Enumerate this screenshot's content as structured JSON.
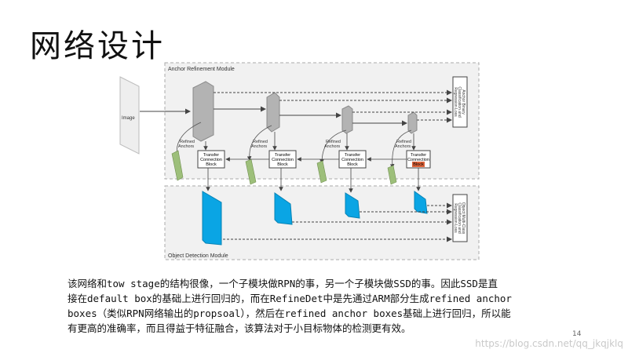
{
  "title": "网络设计",
  "diagram": {
    "arm_label": "Anchor Refinement Module",
    "odm_label": "Object Detection Module",
    "image_label": "Image",
    "refined_anchors": [
      "Refined",
      "Anchors"
    ],
    "tcb_lines": [
      "Transfer",
      "Connection",
      "Block"
    ],
    "arm_loss_lines": [
      "Anchor Binary",
      "Classification and",
      "Regression Loss"
    ],
    "odm_loss_lines": [
      "Object Multi-Class",
      "Classification and",
      "Regression Loss"
    ],
    "colors": {
      "arm_feature": "#b3b3b3",
      "odm_feature": "#0aa5e4",
      "highlight": "#e0643a",
      "anchor": "#9dbf7a"
    }
  },
  "caption": {
    "line1": "该网络和tow stage的结构很像，一个子模块做RPN的事，另一个子模块做SSD的事。因此SSD是直",
    "line2": "接在default box的基础上进行回归的，而在RefineDet中是先通过ARM部分生成refined anchor",
    "line3": "boxes（类似RPN网络输出的propsoal），然后在refined anchor boxes基础上进行回归，所以能",
    "line4": "有更高的准确率，而且得益于特征融合，该算法对于小目标物体的检测更有效。"
  },
  "page_number": "14",
  "watermark": "https://blog.csdn.net/qq_jkqjklq"
}
